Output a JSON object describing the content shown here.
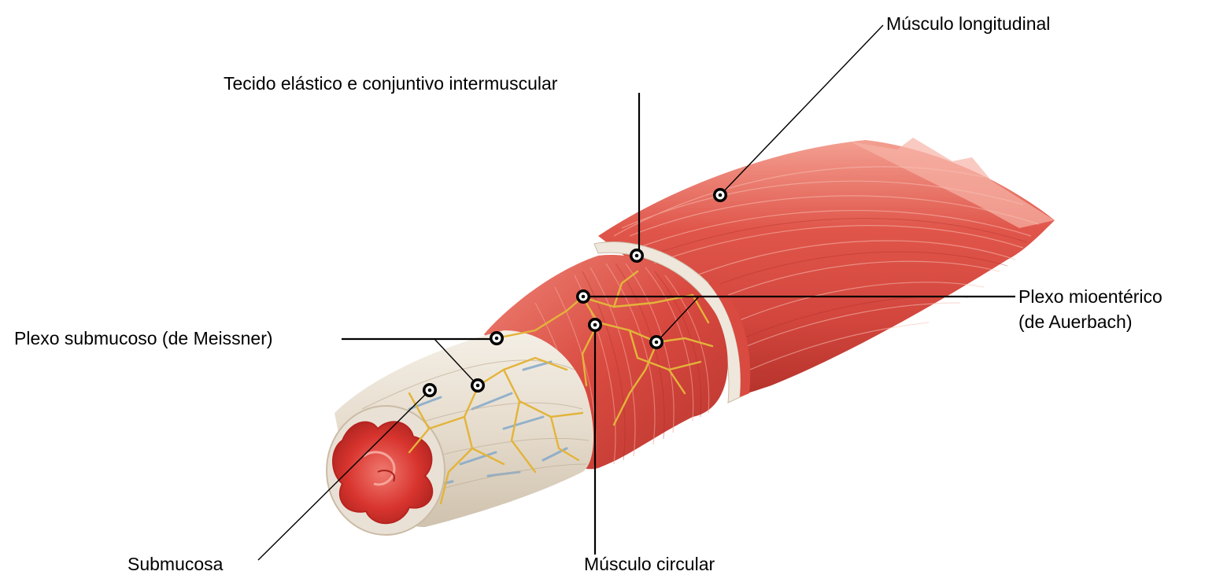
{
  "diagram": {
    "labels": {
      "musculo_longitudinal": "Músculo longitudinal",
      "tecido_elastico": "Tecido elástico e conjuntivo intermuscular",
      "plexo_mioenterico_line1": "Plexo mioentérico",
      "plexo_mioenterico_line2": "(de Auerbach)",
      "plexo_submucoso": "Plexo submucoso (de Meissner)",
      "submucosa": "Submucosa",
      "musculo_circular": "Músculo circular"
    },
    "colors": {
      "muscle_red": "#d9493f",
      "muscle_light": "#f08a7c",
      "muscle_dark": "#a92b26",
      "connective_tissue": "#ece4d8",
      "nerve_yellow": "#e3b43a",
      "lumen_red": "#d8342e",
      "vessel_blue": "#7fa6c9"
    }
  }
}
